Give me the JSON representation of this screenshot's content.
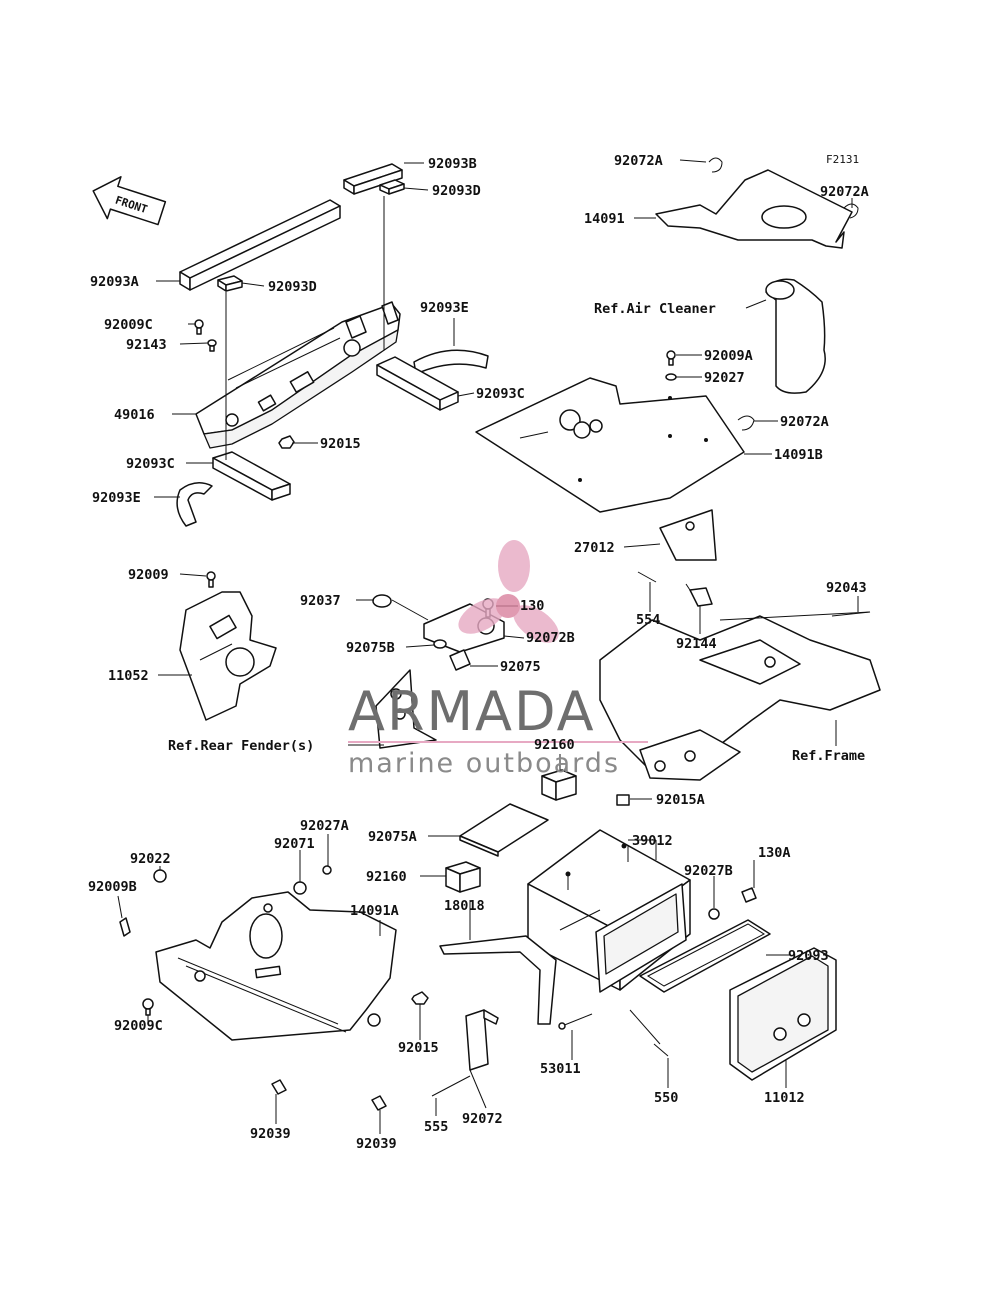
{
  "figure_code": "F2131",
  "front_badge": "FRONT",
  "watermark": {
    "brand": "ARMADA",
    "tagline": "marine outboards",
    "accent": "#e7a9c3"
  },
  "labels": {
    "l_92093B": "92093B",
    "l_92093D_top": "92093D",
    "l_92093A": "92093A",
    "l_92093D_mid": "92093D",
    "l_92093E_top": "92093E",
    "l_92009C_top": "92009C",
    "l_92143": "92143",
    "l_49016": "49016",
    "l_92093C_mid": "92093C",
    "l_92015_top": "92015",
    "l_92093C_left": "92093C",
    "l_92093E_left": "92093E",
    "l_92072A_top": "92072A",
    "l_92072A_right": "92072A",
    "l_14091": "14091",
    "l_ref_air": "Ref.Air Cleaner",
    "l_92009A": "92009A",
    "l_92027": "92027",
    "l_92072A_low": "92072A",
    "l_14091B": "14091B",
    "l_27012": "27012",
    "l_554": "554",
    "l_92144": "92144",
    "l_92043": "92043",
    "l_ref_frame": "Ref.Frame",
    "l_92009": "92009",
    "l_11052": "11052",
    "l_92037": "92037",
    "l_130": "130",
    "l_92072B": "92072B",
    "l_92075B": "92075B",
    "l_92075": "92075",
    "l_ref_rear": "Ref.Rear Fender(s)",
    "l_92160_top": "92160",
    "l_92015A": "92015A",
    "l_92027A": "92027A",
    "l_92075A": "92075A",
    "l_39012": "39012",
    "l_130A": "130A",
    "l_92022": "92022",
    "l_92071": "92071",
    "l_92027B": "92027B",
    "l_92009B": "92009B",
    "l_92160_low": "92160",
    "l_14091A": "14091A",
    "l_18018": "18018",
    "l_92093": "92093",
    "l_92009C_low": "92009C",
    "l_92015_low": "92015",
    "l_53011": "53011",
    "l_550": "550",
    "l_11012": "11012",
    "l_92039_a": "92039",
    "l_555": "555",
    "l_92072": "92072",
    "l_92039_b": "92039"
  }
}
